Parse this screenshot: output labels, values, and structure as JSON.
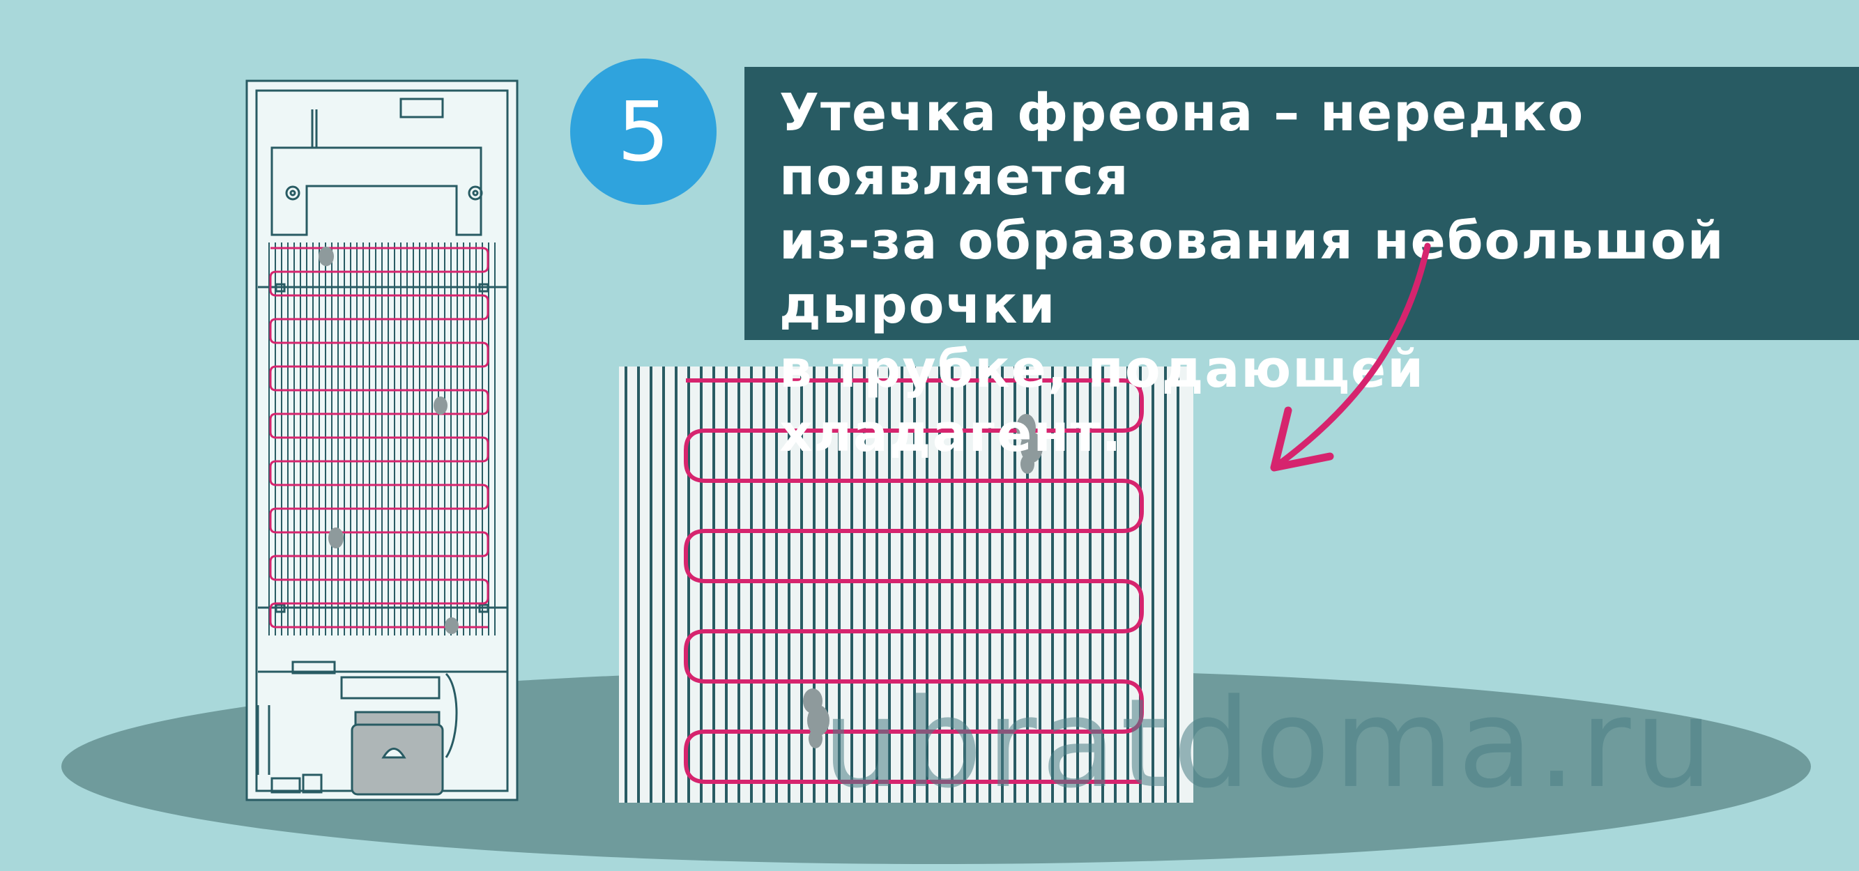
{
  "step": {
    "number": "5"
  },
  "callout": {
    "lines": [
      "Утечка фреона – нередко появляется",
      "из-за образования небольшой дырочки",
      "в трубке, подающей",
      "хладагент."
    ]
  },
  "watermark": {
    "text": "ubratdoma.ru"
  },
  "colors": {
    "background": "#a9d8da",
    "floor": "#6f9b9c",
    "badge": "#2fa3dd",
    "callout": "#285b63",
    "tube": "#d6246e",
    "outline": "#285b63",
    "leak": "#8e9a9c"
  },
  "icons": {
    "arrow": "arrow-icon",
    "fridge": "fridge-back-icon",
    "coil": "condenser-coil-icon"
  }
}
